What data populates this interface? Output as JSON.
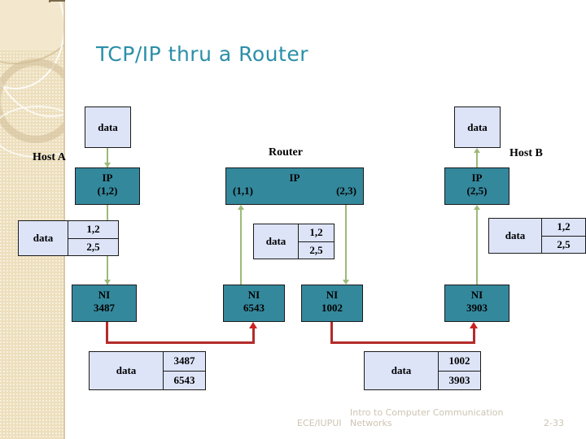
{
  "slide": {
    "title": "TCP/IP thru a Router",
    "accent_color": "#2b8fa8",
    "box_teal": "#34889c",
    "box_light_blue": "#dde4f8",
    "link_red": "#b42b2b",
    "arrow_green": "#9dba78",
    "band_color": "#eddfbd"
  },
  "nodes": {
    "host_a": {
      "label": "Host A"
    },
    "router": {
      "label": "Router"
    },
    "host_b": {
      "label": "Host B"
    }
  },
  "host_a": {
    "data_box": "data",
    "ip": {
      "label": "IP",
      "address": "(1,2)"
    },
    "ni": {
      "label": "NI",
      "address": "3487"
    },
    "packet": {
      "payload": "data",
      "src": "1,2",
      "dst": "2,5"
    }
  },
  "router": {
    "ip": {
      "label": "IP",
      "address_left": "(1,1)",
      "address_right": "(2,3)"
    },
    "ni_left": {
      "label": "NI",
      "address": "6543"
    },
    "ni_right": {
      "label": "NI",
      "address": "1002"
    },
    "packet": {
      "payload": "data",
      "src": "1,2",
      "dst": "2,5"
    }
  },
  "host_b": {
    "data_box": "data",
    "ip": {
      "label": "IP",
      "address": "(2,5)"
    },
    "ni": {
      "label": "NI",
      "address": "3903"
    },
    "packet": {
      "payload": "data",
      "src": "1,2",
      "dst": "2,5"
    }
  },
  "frames": {
    "left": {
      "payload": "data",
      "src": "3487",
      "dst": "6543"
    },
    "right": {
      "payload": "data",
      "src": "1002",
      "dst": "3903"
    }
  },
  "footer": {
    "org": "ECE/IUPUI",
    "course": "Intro to Computer Communication Networks",
    "page": "2-33"
  }
}
